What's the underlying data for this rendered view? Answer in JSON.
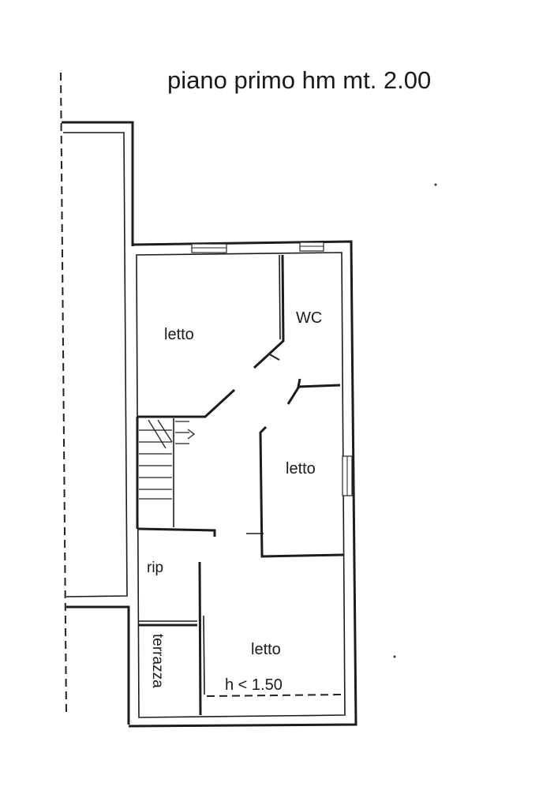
{
  "title": "piano primo hm  mt. 2.00",
  "rooms": {
    "letto_1": "letto",
    "wc": "WC",
    "letto_2": "letto",
    "rip": "rip",
    "letto_3": "letto",
    "terrazza": "terrazza"
  },
  "note_height": "h < 1.50"
}
